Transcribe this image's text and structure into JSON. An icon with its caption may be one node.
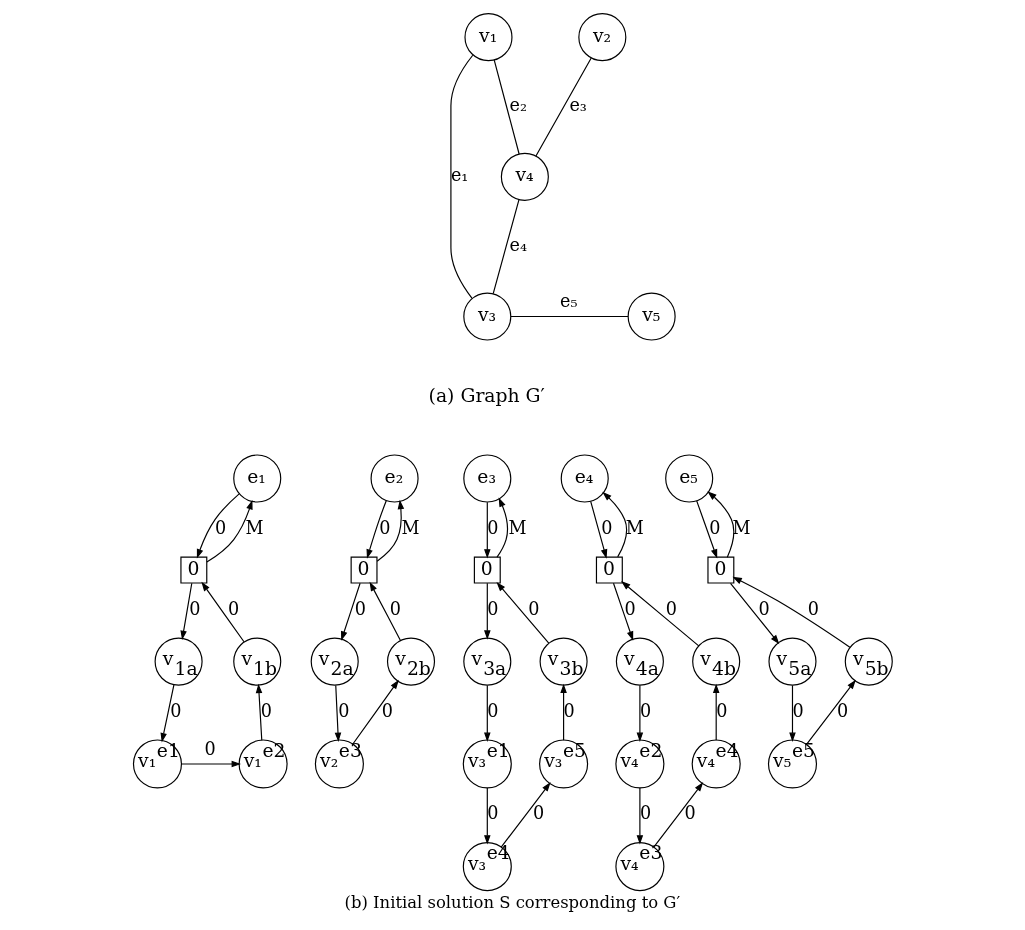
{
  "diagram": {
    "caption": "(b) Initial solution S corresponding to G′",
    "nodes": [
      {
        "text": [
          "v₁"
        ]
      },
      {
        "text": [
          "v₂"
        ]
      },
      {
        "text": [
          "v₄"
        ]
      },
      {
        "text": [
          "v₃"
        ]
      },
      {
        "text": [
          "v₅"
        ]
      },
      {
        "text": [
          "e₁"
        ]
      },
      {
        "text": [
          "0"
        ]
      },
      {
        "text": [
          "v$_{1a}$"
        ]
      },
      {
        "text": [
          "v$_{1b}$"
        ]
      },
      {
        "text": [
          "v₁$^{e1}$"
        ]
      },
      {
        "text": [
          "v₁$^{e2}$"
        ]
      },
      {
        "text": [
          "e₂"
        ]
      },
      {
        "text": [
          "0"
        ]
      },
      {
        "text": [
          "v$_{2a}$"
        ]
      },
      {
        "text": [
          "v$_{2b}$"
        ]
      },
      {
        "text": [
          "v₂$^{e3}$"
        ]
      },
      {
        "text": [
          "e₃"
        ]
      },
      {
        "text": [
          "0"
        ]
      },
      {
        "text": [
          "v$_{3a}$"
        ]
      },
      {
        "text": [
          "v$_{3b}$"
        ]
      },
      {
        "text": [
          "v₃$^{e1}$"
        ]
      },
      {
        "text": [
          "v₃$^{e5}$"
        ]
      },
      {
        "text": [
          "v₃$^{e4}$"
        ]
      },
      {
        "text": [
          "e₄"
        ]
      },
      {
        "text": [
          "0"
        ]
      },
      {
        "text": [
          "v$_{4a}$"
        ]
      },
      {
        "text": [
          "v$_{4b}$"
        ]
      },
      {
        "text": [
          "v₄$^{e2}$"
        ]
      },
      {
        "text": [
          "v₄$^{e4}$"
        ]
      },
      {
        "text": [
          "v₄$^{e3}$"
        ]
      },
      {
        "text": [
          "e₅"
        ]
      },
      {
        "text": [
          "0"
        ]
      },
      {
        "text": [
          "v$_{5a}$"
        ]
      },
      {
        "text": [
          "v$_{5b}$"
        ]
      },
      {
        "text": [
          "v₅$^{e5}$"
        ]
      }
    ],
    "edges": [
      {
        "from": 0,
        "to": 3,
        "arrow": "none",
        "label": "e₁"
      },
      {
        "from": 0,
        "to": 2,
        "arrow": "none",
        "label": "e₂"
      },
      {
        "from": 1,
        "to": 2,
        "arrow": "none",
        "label": "e₃"
      },
      {
        "from": 2,
        "to": 3,
        "arrow": "none",
        "label": "e₄"
      },
      {
        "from": 3,
        "to": 4,
        "arrow": "none",
        "label": "e₅"
      },
      {
        "from": 6,
        "to": 5,
        "arrow": "to",
        "label": "M"
      },
      {
        "from": 5,
        "to": 6,
        "arrow": "to",
        "label": "0"
      },
      {
        "from": 6,
        "to": 7,
        "arrow": "to",
        "label": "0"
      },
      {
        "from": 8,
        "to": 6,
        "arrow": "to",
        "label": "0"
      },
      {
        "from": 7,
        "to": 9,
        "arrow": "to",
        "label": "0"
      },
      {
        "from": 9,
        "to": 10,
        "arrow": "to",
        "label": "0"
      },
      {
        "from": 10,
        "to": 8,
        "arrow": "to",
        "label": "0"
      },
      {
        "from": 12,
        "to": 11,
        "arrow": "to",
        "label": "M"
      },
      {
        "from": 11,
        "to": 12,
        "arrow": "to",
        "label": "0"
      },
      {
        "from": 12,
        "to": 13,
        "arrow": "to",
        "label": "0"
      },
      {
        "from": 14,
        "to": 12,
        "arrow": "to",
        "label": "0"
      },
      {
        "from": 13,
        "to": 15,
        "arrow": "to",
        "label": "0"
      },
      {
        "from": 15,
        "to": 14,
        "arrow": "to",
        "label": "0"
      },
      {
        "from": 17,
        "to": 16,
        "arrow": "to",
        "label": "M"
      },
      {
        "from": 16,
        "to": 17,
        "arrow": "to",
        "label": "0"
      },
      {
        "from": 17,
        "to": 18,
        "arrow": "to",
        "label": "0"
      },
      {
        "from": 19,
        "to": 17,
        "arrow": "to",
        "label": "0"
      },
      {
        "from": 18,
        "to": 20,
        "arrow": "to",
        "label": "0"
      },
      {
        "from": 20,
        "to": 22,
        "arrow": "to",
        "label": "0"
      },
      {
        "from": 22,
        "to": 21,
        "arrow": "to",
        "label": "0"
      },
      {
        "from": 21,
        "to": 19,
        "arrow": "to",
        "label": "0"
      },
      {
        "from": 24,
        "to": 23,
        "arrow": "to",
        "label": "M"
      },
      {
        "from": 23,
        "to": 24,
        "arrow": "to",
        "label": "0"
      },
      {
        "from": 24,
        "to": 25,
        "arrow": "to",
        "label": "0"
      },
      {
        "from": 26,
        "to": 24,
        "arrow": "to",
        "label": "0"
      },
      {
        "from": 25,
        "to": 27,
        "arrow": "to",
        "label": "0"
      },
      {
        "from": 27,
        "to": 29,
        "arrow": "to",
        "label": "0"
      },
      {
        "from": 29,
        "to": 28,
        "arrow": "to",
        "label": "0"
      },
      {
        "from": 28,
        "to": 26,
        "arrow": "to",
        "label": "0"
      },
      {
        "from": 31,
        "to": 30,
        "arrow": "to",
        "label": "M"
      },
      {
        "from": 30,
        "to": 31,
        "arrow": "to",
        "label": "0"
      },
      {
        "from": 31,
        "to": 32,
        "arrow": "to",
        "label": "0"
      },
      {
        "from": 33,
        "to": 31,
        "arrow": "to",
        "label": "0"
      },
      {
        "from": 32,
        "to": 34,
        "arrow": "to",
        "label": "0"
      },
      {
        "from": 34,
        "to": 33,
        "arrow": "to",
        "label": "0"
      }
    ],
    "labels": [
      "(a) Graph G′"
    ]
  }
}
